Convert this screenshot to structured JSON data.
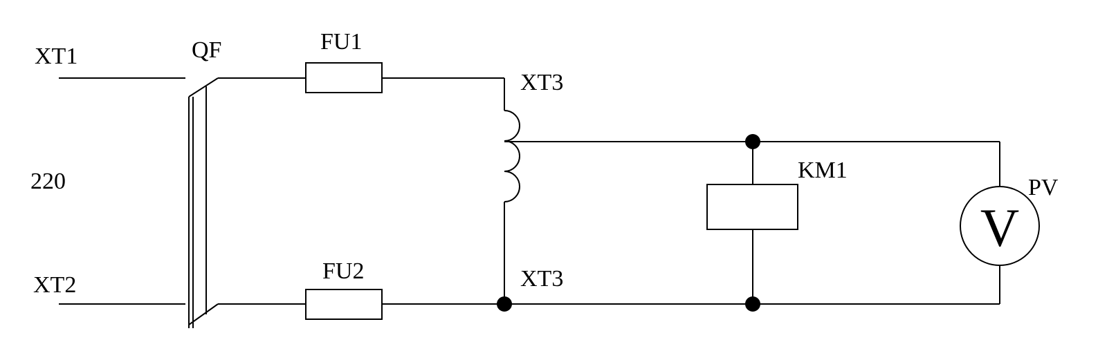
{
  "labels": {
    "xt1": "XT1",
    "xt2": "XT2",
    "voltage": "220",
    "qf": "QF",
    "fu1": "FU1",
    "fu2": "FU2",
    "xt3_top": "XT3",
    "xt3_bottom": "XT3",
    "km1": "KM1",
    "pv": "PV",
    "voltmeter_symbol": "V"
  }
}
